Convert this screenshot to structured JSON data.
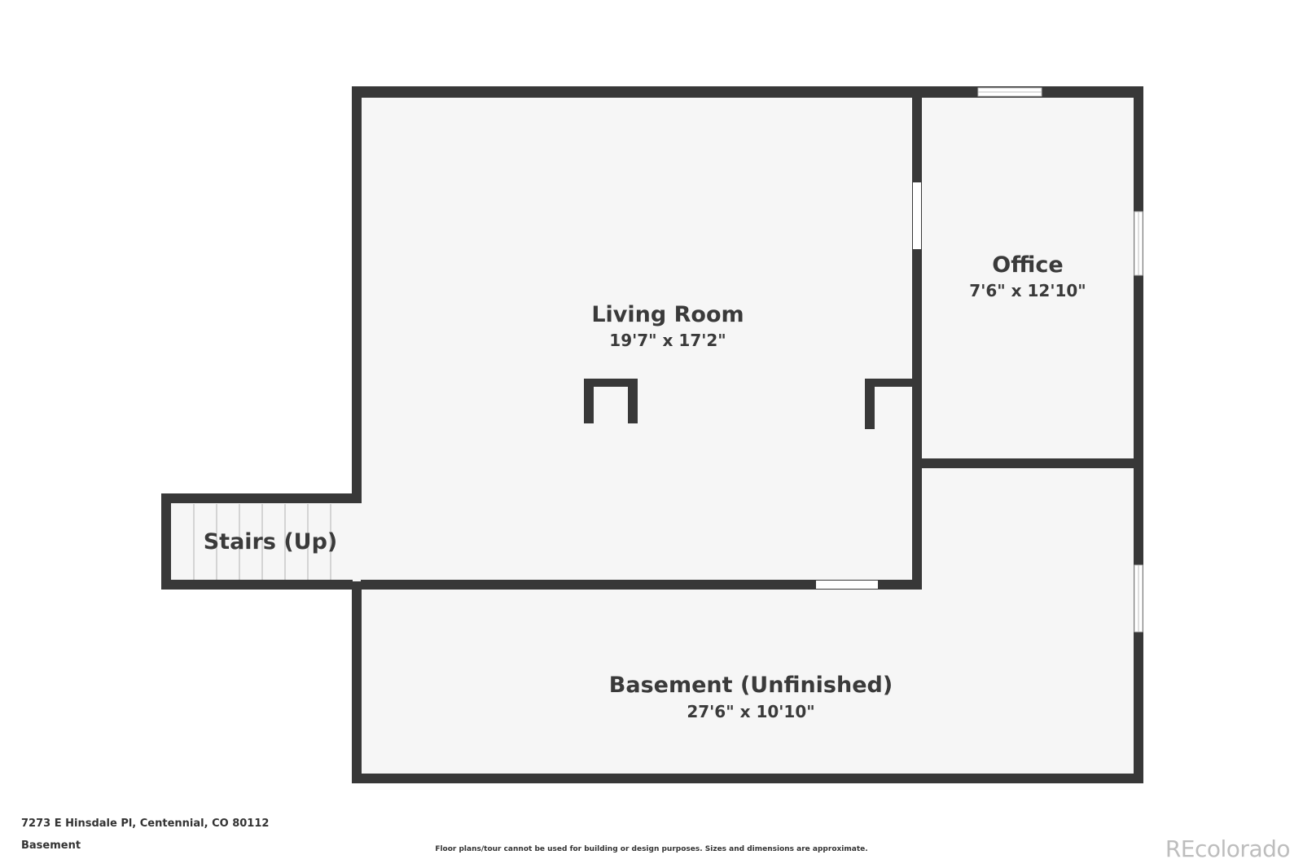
{
  "rooms": {
    "living_room": {
      "name": "Living Room",
      "dims": "19'7\" x 17'2\""
    },
    "office": {
      "name": "Office",
      "dims": "7'6\" x 12'10\""
    },
    "basement": {
      "name": "Basement (Unfinished)",
      "dims": "27'6\" x 10'10\""
    },
    "stairs": {
      "name": "Stairs (Up)"
    }
  },
  "footer": {
    "address": "7273 E Hinsdale Pl, Centennial, CO 80112",
    "level": "Basement",
    "disclaimer": "Floor plans/tour cannot be used for building or design purposes. Sizes and dimensions are approximate.",
    "brand": "REcolorado"
  },
  "colors": {
    "wall": "#383838",
    "floor": "#f6f6f6",
    "background": "#ffffff",
    "opening": "#ffffff"
  }
}
